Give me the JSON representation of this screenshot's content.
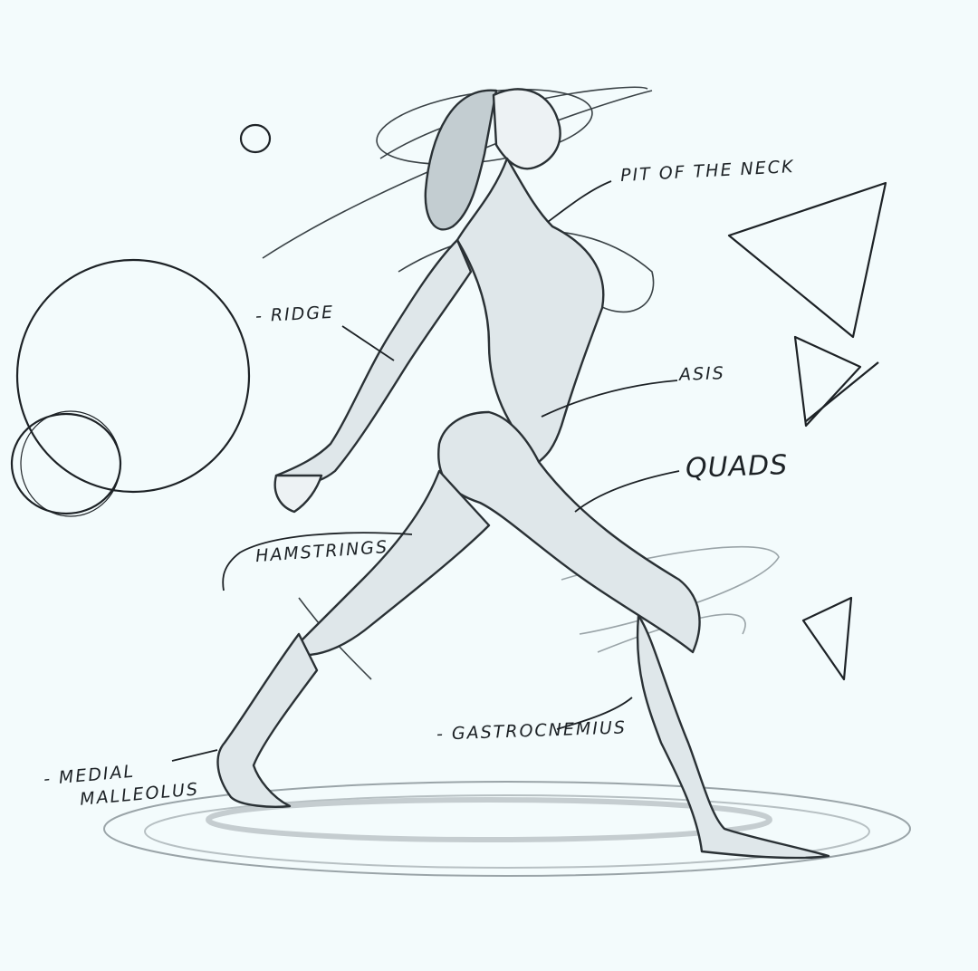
{
  "labels": {
    "pit_of_the_neck": "PIT OF THE NECK",
    "ridge": "- RIDGE",
    "asis": "ASIS",
    "quads": "QUADS",
    "hamstrings": "HAMSTRINGS",
    "gastrocnemius": "- GASTROCNEMIUS",
    "medial_line1": "- MEDIAL",
    "medial_line2": "MALLEOLUS"
  },
  "colors": {
    "ink": "#1d2226",
    "paper": "#f3fbfc",
    "shade": "#c9d3d6"
  }
}
